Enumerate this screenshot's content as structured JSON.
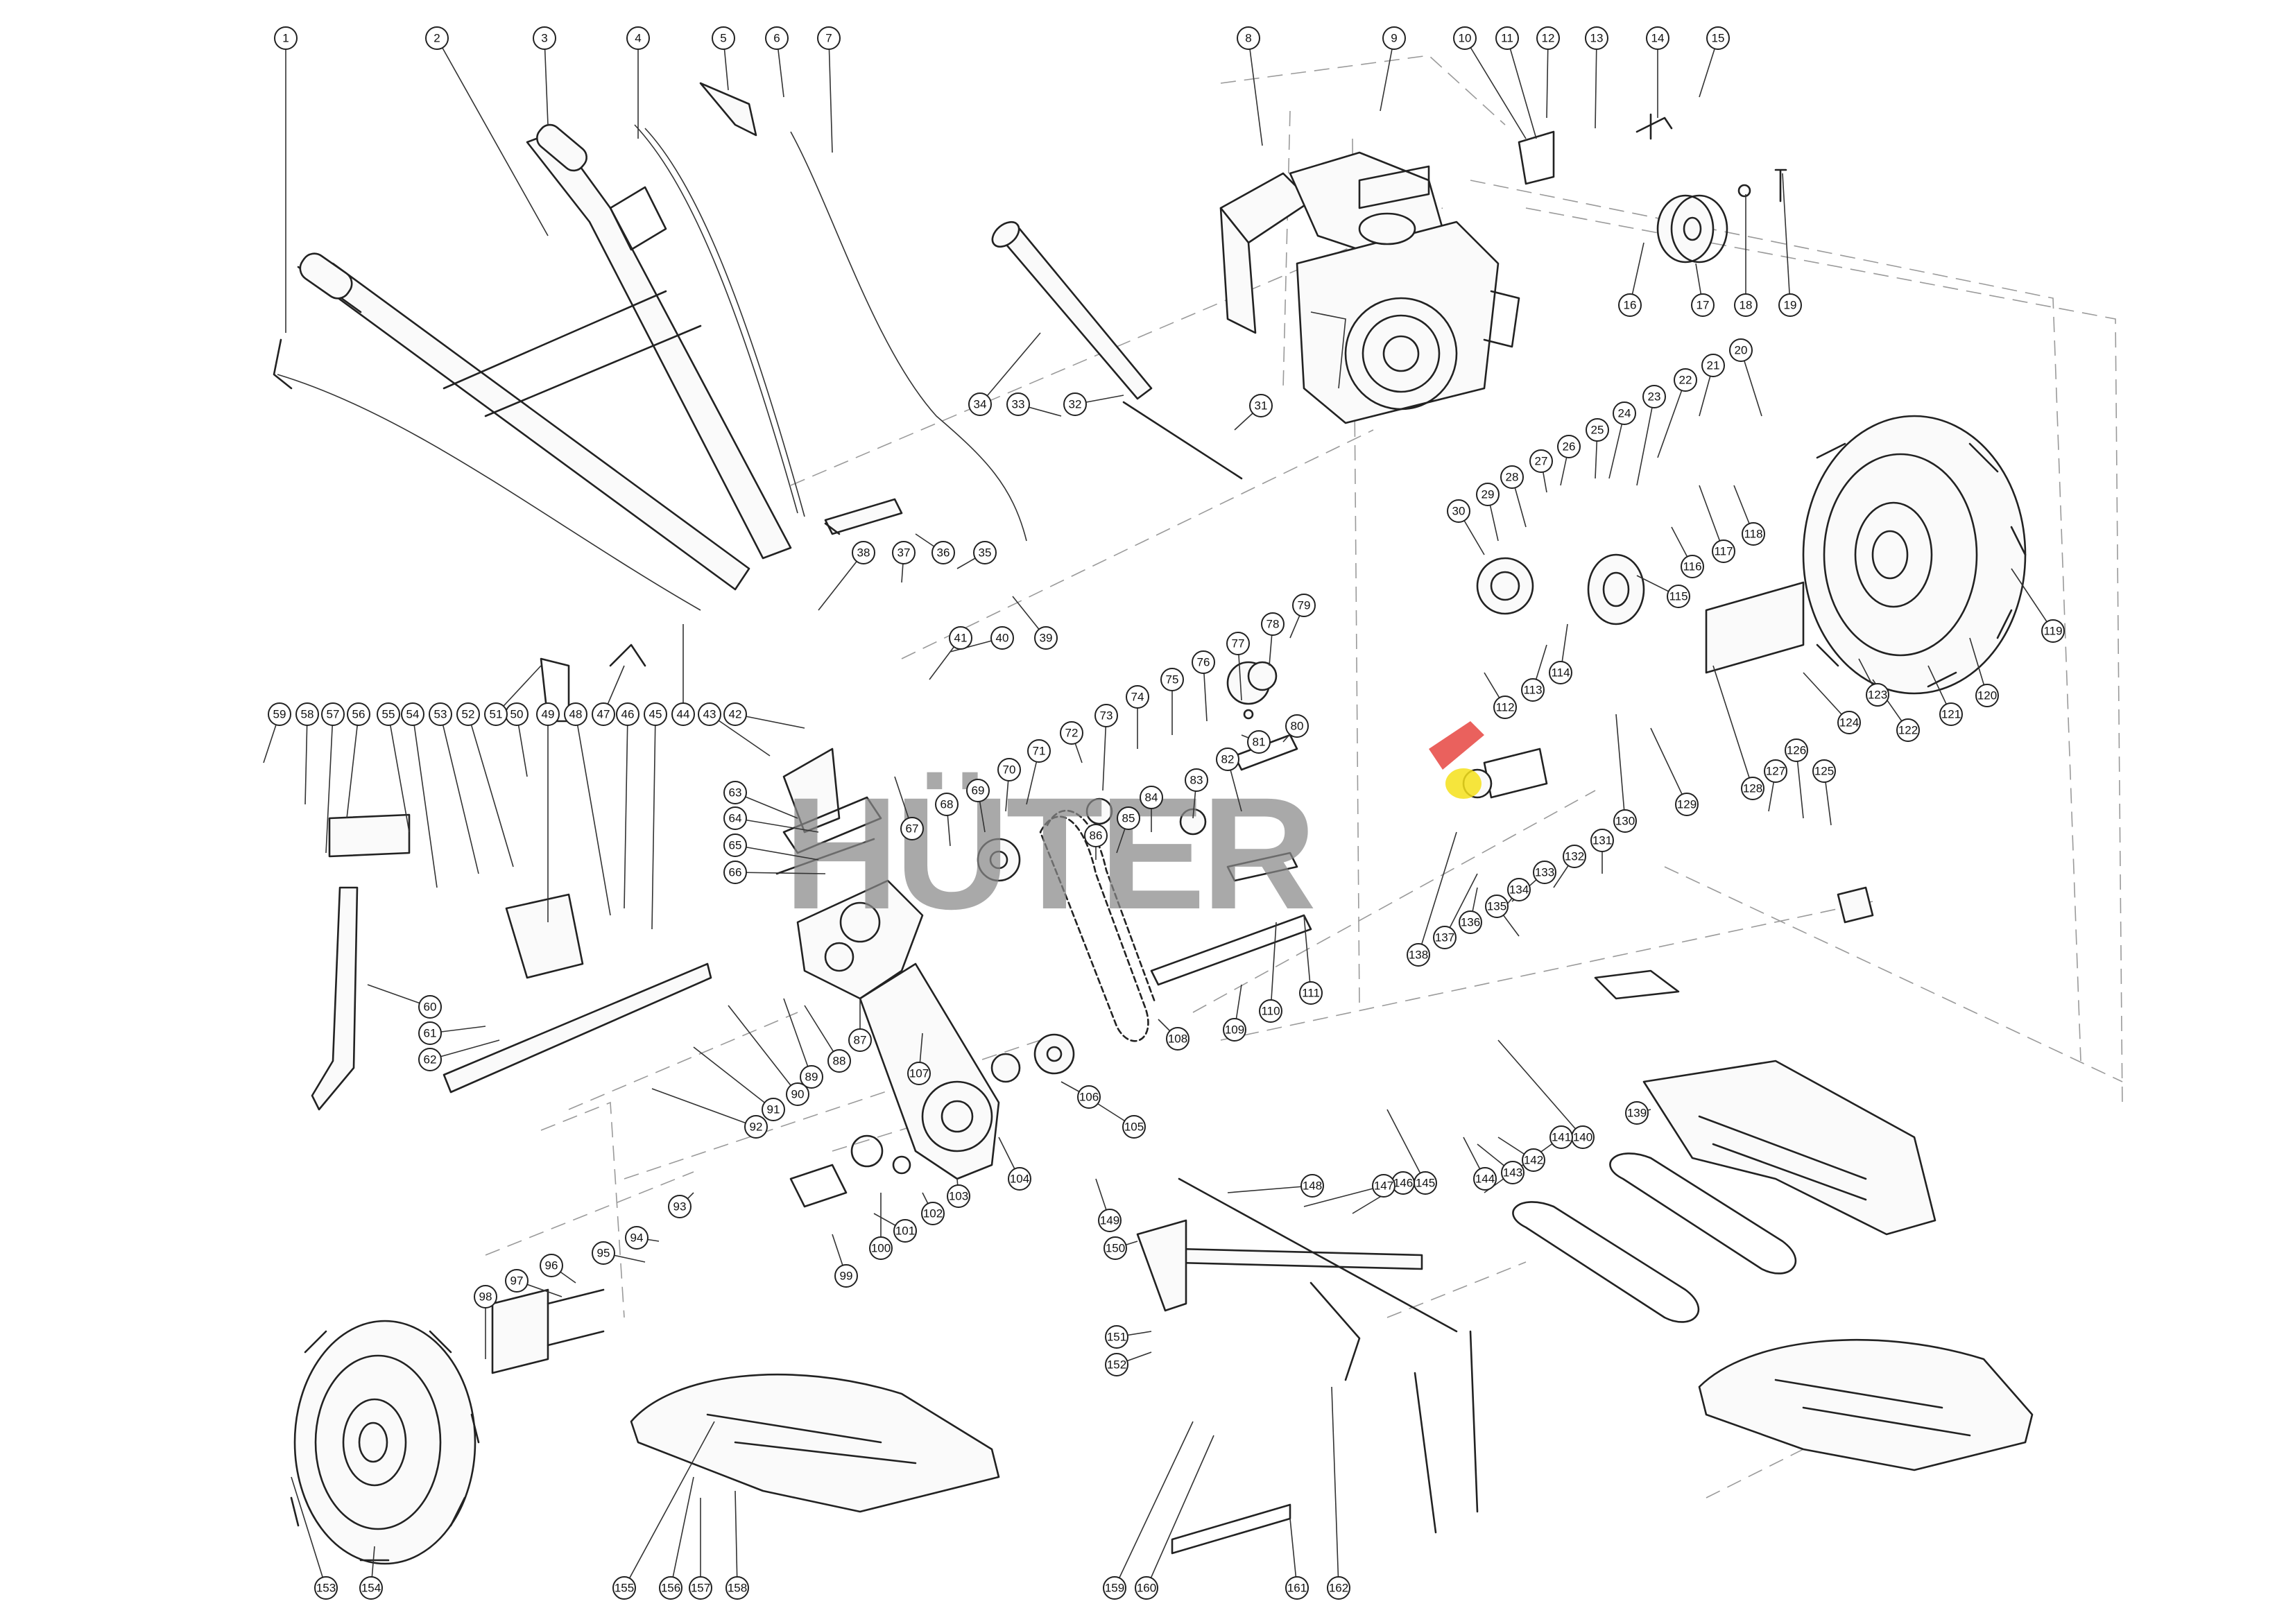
{
  "diagram": {
    "type": "exploded-parts-diagram",
    "watermark": {
      "text": "HÜTER",
      "color": "#888888",
      "accent_color": "#e53935",
      "accent2_color": "#f5e11a"
    },
    "part_numbers": [
      "1",
      "2",
      "3",
      "4",
      "5",
      "6",
      "7",
      "8",
      "9",
      "10",
      "11",
      "12",
      "13",
      "14",
      "15",
      "16",
      "17",
      "18",
      "19",
      "20",
      "21",
      "22",
      "23",
      "24",
      "25",
      "26",
      "27",
      "28",
      "29",
      "30",
      "31",
      "32",
      "33",
      "34",
      "35",
      "36",
      "37",
      "38",
      "39",
      "40",
      "41",
      "42",
      "43",
      "44",
      "45",
      "46",
      "47",
      "48",
      "49",
      "50",
      "51",
      "52",
      "53",
      "54",
      "55",
      "56",
      "57",
      "58",
      "59",
      "60",
      "61",
      "62",
      "63",
      "64",
      "65",
      "66",
      "67",
      "68",
      "69",
      "70",
      "71",
      "72",
      "73",
      "74",
      "75",
      "76",
      "77",
      "78",
      "79",
      "80",
      "81",
      "82",
      "83",
      "84",
      "85",
      "86",
      "87",
      "88",
      "89",
      "90",
      "91",
      "92",
      "93",
      "94",
      "95",
      "96",
      "97",
      "98",
      "99",
      "100",
      "101",
      "102",
      "103",
      "104",
      "105",
      "106",
      "107",
      "108",
      "109",
      "110",
      "111",
      "112",
      "113",
      "114",
      "115",
      "116",
      "117",
      "118",
      "119",
      "120",
      "121",
      "122",
      "123",
      "124",
      "125",
      "126",
      "127",
      "128",
      "129",
      "130",
      "131",
      "132",
      "133",
      "134",
      "135",
      "136",
      "137",
      "138",
      "139",
      "140",
      "141",
      "142",
      "143",
      "144",
      "145",
      "146",
      "147",
      "148",
      "149",
      "150",
      "151",
      "152",
      "153",
      "154",
      "155",
      "156",
      "157",
      "158",
      "159",
      "160",
      "161",
      "162"
    ]
  }
}
